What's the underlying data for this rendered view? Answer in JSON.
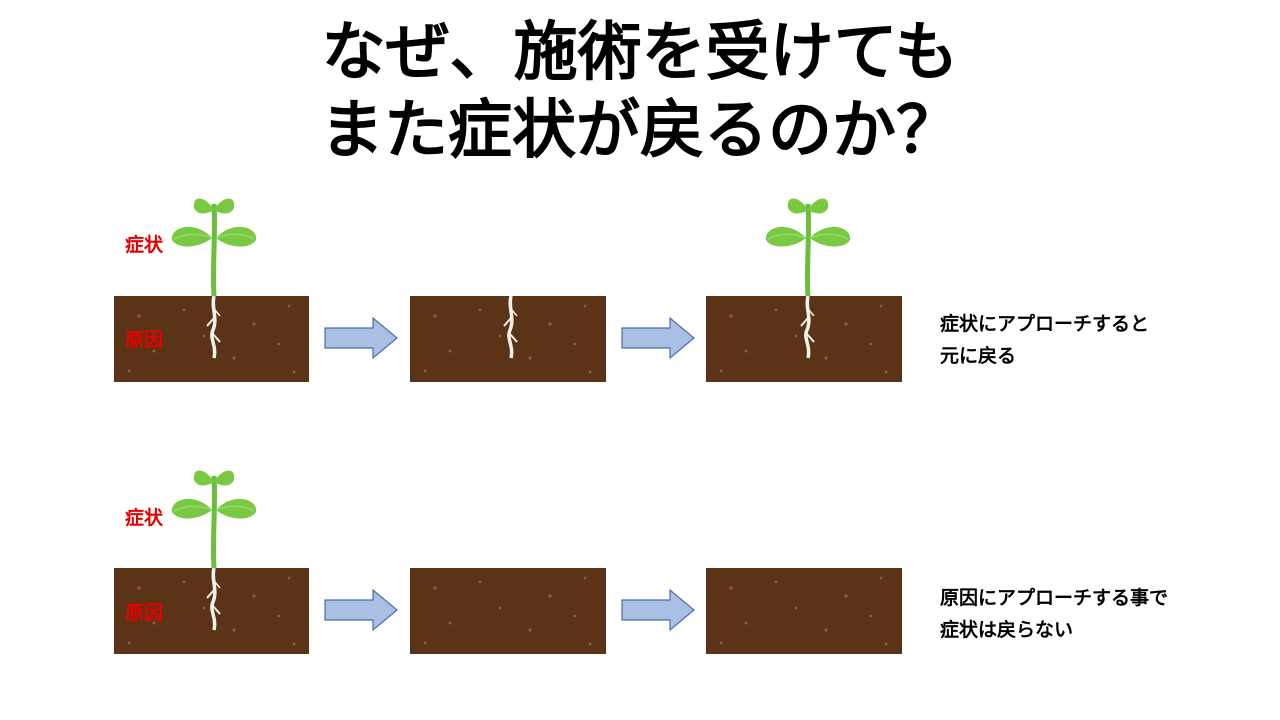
{
  "title": {
    "line1": "なぜ、施術を受けても",
    "line2": "また症状が戻るのか？"
  },
  "rows": [
    {
      "label_symptom": "症状",
      "label_cause": "原因",
      "note_line1": "症状にアプローチすると",
      "note_line2": "元に戻る"
    },
    {
      "label_symptom": "症状",
      "label_cause": "原因",
      "note_line1": "原因にアプローチする事で",
      "note_line2": "症状は戻らない"
    }
  ],
  "colors": {
    "soil": "#5b3417",
    "leaf": "#7ac943",
    "leaf_light": "#9bd86a",
    "stem": "#6cbf3a",
    "root": "#f4f0ea",
    "arrow_fill": "#a9bfe4",
    "arrow_stroke": "#4a6fae",
    "label_red": "#e60000"
  }
}
